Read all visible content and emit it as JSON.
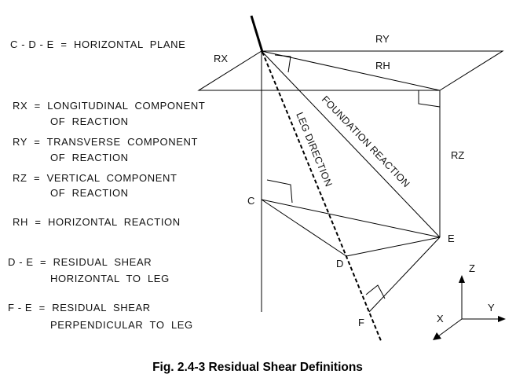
{
  "legend": [
    {
      "line1": "C - D - E  =  HORIZONTAL  PLANE",
      "line2": ""
    },
    {
      "line1": "RX  =  LONGITUDINAL  COMPONENT",
      "line2": "OF  REACTION"
    },
    {
      "line1": "RY  =  TRANSVERSE  COMPONENT",
      "line2": "OF  REACTION"
    },
    {
      "line1": "RZ  =  VERTICAL  COMPONENT",
      "line2": "OF  REACTION"
    },
    {
      "line1": "RH  =  HORIZONTAL  REACTION",
      "line2": ""
    },
    {
      "line1": "D - E  =  RESIDUAL  SHEAR",
      "line2": "HORIZONTAL  TO  LEG"
    },
    {
      "line1": "F - E  =  RESIDUAL  SHEAR",
      "line2": "PERPENDICULAR  TO  LEG"
    }
  ],
  "labels": {
    "rx": "RX",
    "ry": "RY",
    "rh": "RH",
    "rz": "RZ",
    "c": "C",
    "d": "D",
    "e": "E",
    "f": "F",
    "leg_direction": "LEG DIRECTION",
    "foundation_reaction": "FOUNDATION REACTION"
  },
  "axes": {
    "z": "Z",
    "y": "Y",
    "x": "X"
  },
  "caption": "Fig. 2.4-3 Residual Shear Definitions"
}
